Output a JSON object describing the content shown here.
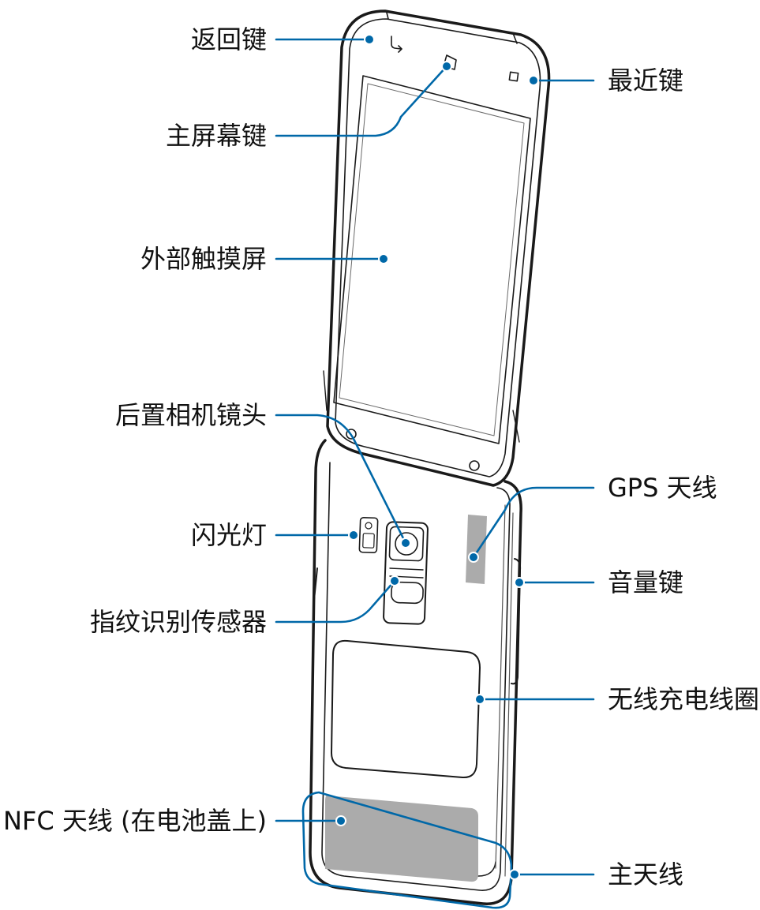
{
  "labels": {
    "back_key": "返回键",
    "home_key": "主屏幕键",
    "outer_touchscreen": "外部触摸屏",
    "rear_camera": "后置相机镜头",
    "flash": "闪光灯",
    "fingerprint_sensor": "指纹识别传感器",
    "nfc_antenna": "NFC 天线 (在电池盖上)",
    "recent_key": "最近键",
    "gps_antenna": "GPS 天线",
    "volume_key": "音量键",
    "wireless_charging_coil": "无线充电线圈",
    "main_antenna": "主天线"
  },
  "colors": {
    "callout": "#0068a8",
    "outline": "#1a1a1a",
    "antenna_fill": "#ababab"
  }
}
